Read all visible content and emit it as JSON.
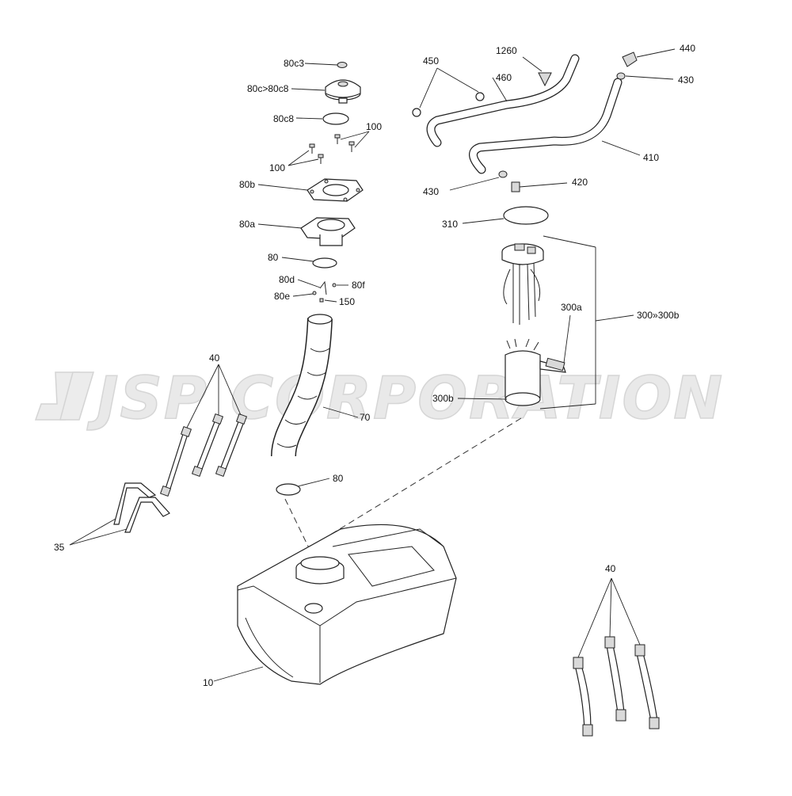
{
  "watermark": "JSP CORPORATION",
  "labels": {
    "p80c3": "80c3",
    "p80c_80c8": "80c>80c8",
    "p80c8": "80c8",
    "p100_top": "100",
    "p100_left": "100",
    "p80b": "80b",
    "p80a": "80a",
    "p80_top": "80",
    "p80d": "80d",
    "p80f": "80f",
    "p80e": "80e",
    "p150": "150",
    "p70": "70",
    "p80_bottom": "80",
    "p40_left": "40",
    "p35": "35",
    "p10": "10",
    "p40_right": "40",
    "p450": "450",
    "p1260": "1260",
    "p460": "460",
    "p440": "440",
    "p430_top": "430",
    "p410": "410",
    "p430_mid": "430",
    "p420": "420",
    "p310": "310",
    "p300a": "300a",
    "p300_300b": "300»300b",
    "p300b": "300b"
  }
}
